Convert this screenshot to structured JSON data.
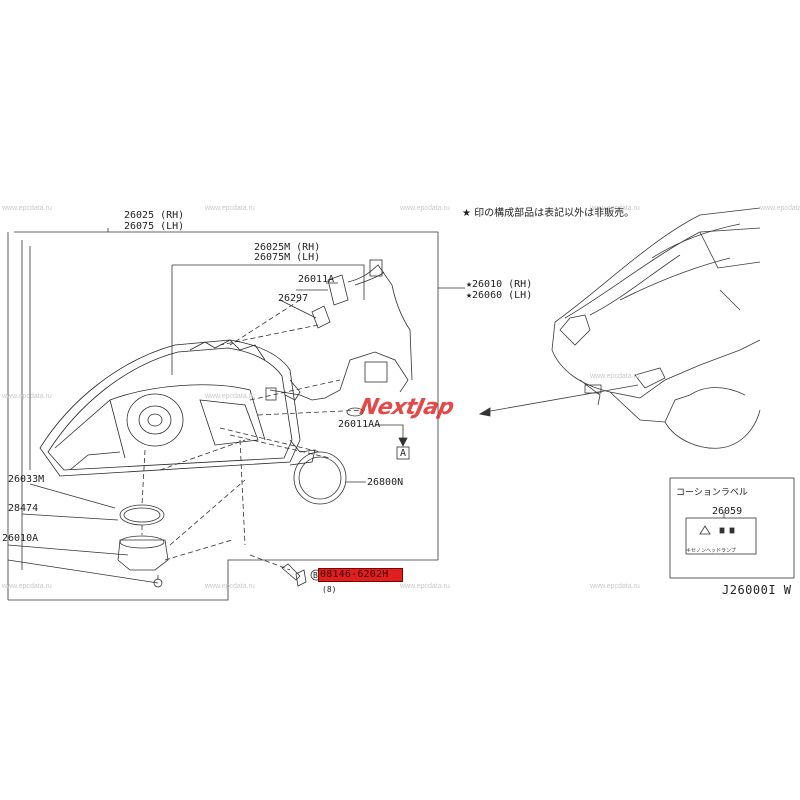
{
  "labels": {
    "l_26025": "26025 (RH)",
    "l_26075": "26075 (LH)",
    "l_26025m": "26025M (RH)",
    "l_26075m": "26075M (LH)",
    "l_26011a": "26011A",
    "l_26297": "26297",
    "l_26011aa": "26011AA",
    "l_26800n": "26800N",
    "l_26033m": "26033M",
    "l_28474": "28474",
    "l_26010a": "26010A",
    "l_26010": "★26010 (RH)",
    "l_26060": "★26060 (LH)",
    "box_a": "A",
    "box_b": "B",
    "under_b": "(8)"
  },
  "note": "★ 印の構成部品は表記以外は非販売。",
  "highlighted_part": "08146-6202H",
  "logo_text": "NextJap",
  "caution": {
    "title": "コーションラベル",
    "number": "26059",
    "sub": "キセノンヘッドランプ"
  },
  "diagram_code": "J26000I W",
  "watermark": "www.epcdata.ru",
  "colors": {
    "line": "#333333",
    "highlight": "#e02020",
    "logo": "#e02a2a"
  }
}
